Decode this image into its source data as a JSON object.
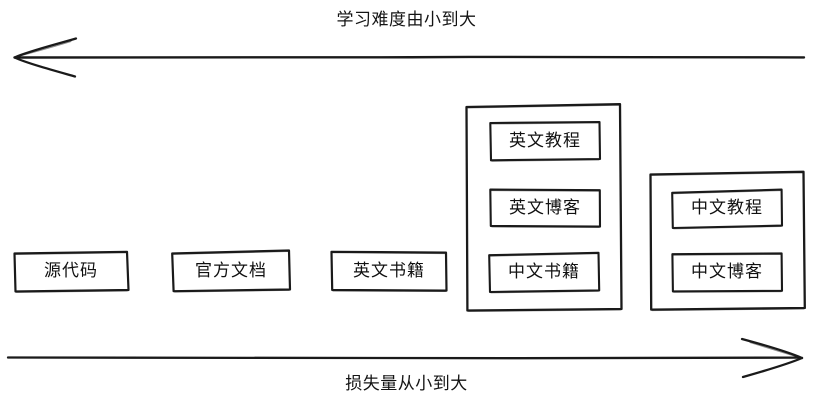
{
  "diagram": {
    "title_top": "学习难度由小到大",
    "title_bottom": "损失量从小到大",
    "top_axis": {
      "label": "学习难度由小到大",
      "direction": "left",
      "arrow_icon": "arrow-left-icon"
    },
    "bottom_axis": {
      "label": "损失量从小到大",
      "direction": "right",
      "arrow_icon": "arrow-right-icon"
    },
    "nodes": [
      {
        "id": "source-code",
        "label": "源代码"
      },
      {
        "id": "official-docs",
        "label": "官方文档"
      },
      {
        "id": "english-books",
        "label": "英文书籍"
      }
    ],
    "groups": [
      {
        "id": "group-english",
        "items": [
          {
            "id": "english-tutorial",
            "label": "英文教程"
          },
          {
            "id": "english-blog",
            "label": "英文博客"
          },
          {
            "id": "chinese-books",
            "label": "中文书籍"
          }
        ]
      },
      {
        "id": "group-chinese",
        "items": [
          {
            "id": "chinese-tutorial",
            "label": "中文教程"
          },
          {
            "id": "chinese-blog",
            "label": "中文博客"
          }
        ]
      }
    ],
    "colors": {
      "stroke": "#1a1a1a",
      "background": "#ffffff",
      "text": "#111111"
    }
  }
}
